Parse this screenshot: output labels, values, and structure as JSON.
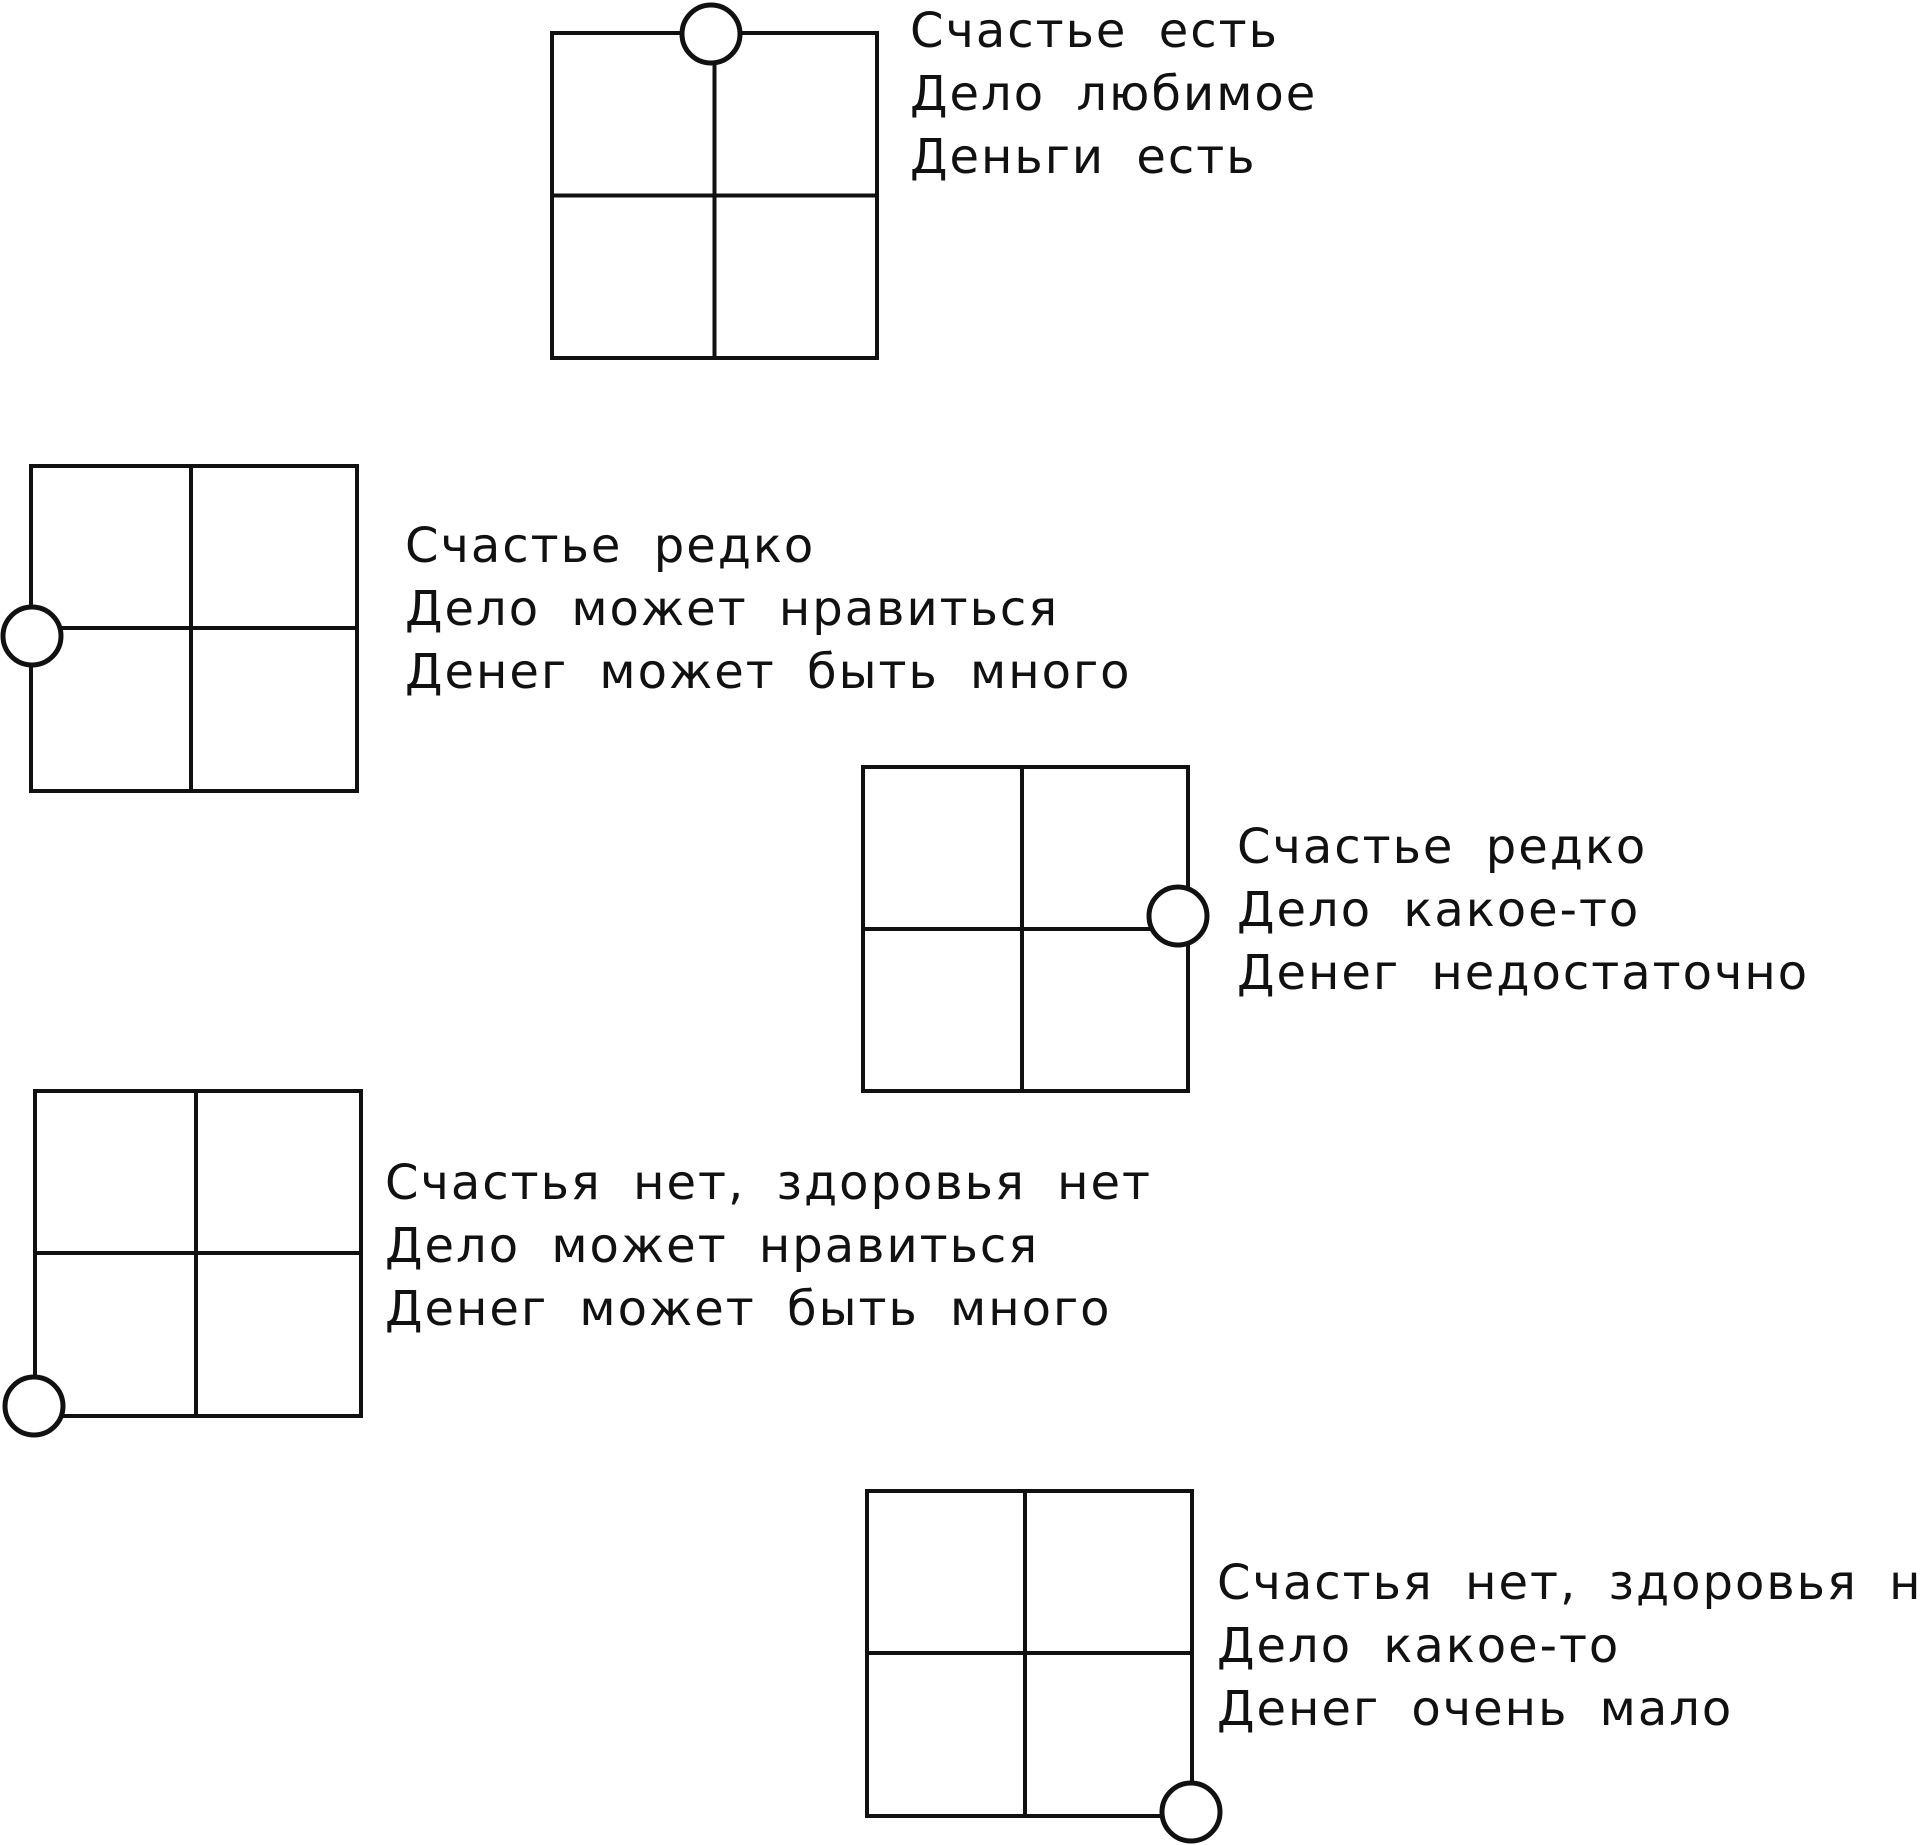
{
  "diagrams": [
    {
      "marker": "top-center",
      "lines": [
        "Счастье есть",
        "Дело любимое",
        "Деньги есть"
      ]
    },
    {
      "marker": "left-middle",
      "lines": [
        "Счастье редко",
        "Дело может нравиться",
        "Денег может быть много"
      ]
    },
    {
      "marker": "right-middle",
      "lines": [
        "Счастье редко",
        "Дело какое-то",
        "Денег недостаточно"
      ]
    },
    {
      "marker": "bottom-left",
      "lines": [
        "Счастья нет, здоровья нет",
        "Дело может нравиться",
        "Денег может быть много"
      ]
    },
    {
      "marker": "bottom-right",
      "lines": [
        "Счастья нет, здоровья нет",
        "Дело какое-то",
        "Денег очень мало"
      ]
    }
  ],
  "colors": {
    "stroke": "#111111",
    "background": "#ffffff"
  }
}
